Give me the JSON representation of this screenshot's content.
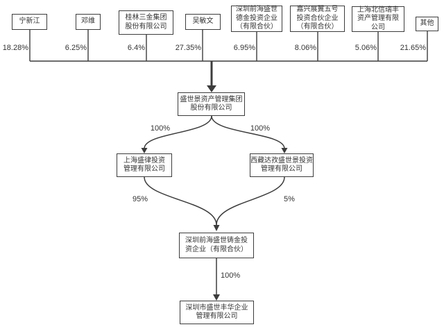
{
  "diagram_type": "equity-ownership-structure",
  "colors": {
    "line": "#3c3c3c",
    "box_border": "#3c3c3c",
    "text": "#333333",
    "background": "#ffffff"
  },
  "shareholders": [
    {
      "lines": [
        "宁新江"
      ],
      "pct": "18.28%"
    },
    {
      "lines": [
        "邓维"
      ],
      "pct": "6.25%"
    },
    {
      "lines": [
        "桂林三金集团",
        "股份有限公司"
      ],
      "pct": "6.4%"
    },
    {
      "lines": [
        "吴敏文"
      ],
      "pct": "27.35%"
    },
    {
      "lines": [
        "深圳前海盛世",
        "德金投资企业",
        "（有限合伙）"
      ],
      "pct": "6.95%"
    },
    {
      "lines": [
        "嘉兴展翼五号",
        "投资合伙企业",
        "（有限合伙）"
      ],
      "pct": "8.06%"
    },
    {
      "lines": [
        "上海北信瑞丰",
        "资产管理有限",
        "公司"
      ],
      "pct": "5.06%"
    },
    {
      "lines": [
        "其他"
      ],
      "pct": "21.65%"
    }
  ],
  "parent_company": {
    "lines": [
      "盛世景资产管理集团",
      "股份有限公司"
    ]
  },
  "subsidiaries": {
    "left": {
      "lines": [
        "上海盛律投资",
        "管理有限公司"
      ],
      "ownership_in": "100%",
      "ownership_out": "95%"
    },
    "right": {
      "lines": [
        "西藏达孜盛世景投资",
        "管理有限公司"
      ],
      "ownership_in": "100%",
      "ownership_out": "5%"
    }
  },
  "partnership": {
    "lines": [
      "深圳前海盛世铸金投",
      "资企业（有限合伙）"
    ],
    "ownership_out": "100%"
  },
  "target_company": {
    "lines": [
      "深圳市盛世丰华企业",
      "管理有限公司"
    ]
  }
}
